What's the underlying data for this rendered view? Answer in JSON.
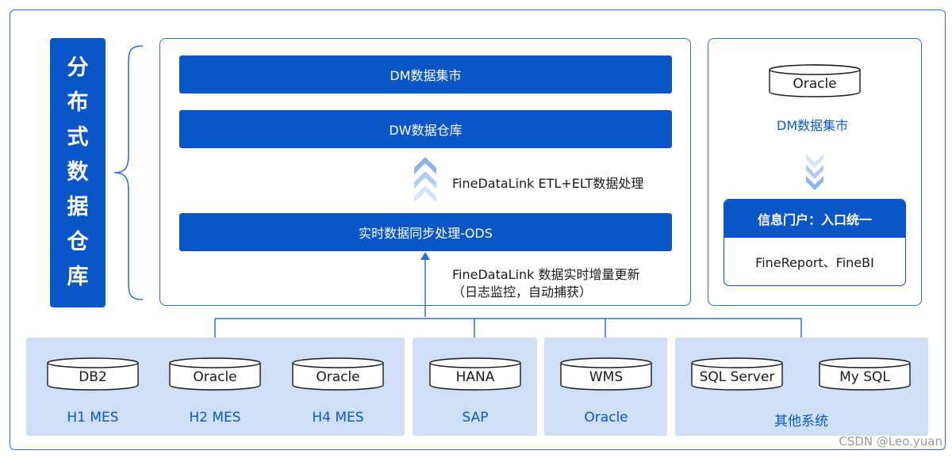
{
  "vertical_title": [
    "分",
    "布",
    "式",
    "数",
    "据",
    "仓",
    "库"
  ],
  "layers": {
    "dm": "DM数据集市",
    "dw": "DW数据仓库",
    "ods": "实时数据同步处理-ODS"
  },
  "etl_label": "FineDataLink ETL+ELT数据处理",
  "sync_label_line1": "FineDataLink 数据实时增量更新",
  "sync_label_line2": "（日志监控，自动捕获）",
  "right_panel": {
    "db": "Oracle",
    "dm_label": "DM数据集市",
    "portal_title": "信息门户：入口统一",
    "portal_tools": "FineReport、FineBI"
  },
  "sources": [
    {
      "db": "DB2",
      "label": "H1 MES"
    },
    {
      "db": "Oracle",
      "label": "H2 MES"
    },
    {
      "db": "Oracle",
      "label": "H4 MES"
    },
    {
      "db": "HANA",
      "label": "SAP"
    },
    {
      "db": "WMS",
      "label": "Oracle"
    },
    {
      "db": "SQL Server",
      "label": ""
    },
    {
      "db": "My SQL",
      "label": ""
    }
  ],
  "other_label": "其他系统",
  "watermark": "CSDN @Leo.yuan",
  "colors": {
    "primary": "#0b56c6",
    "border": "#2f6fd8",
    "source_bg": "#cfe0f6",
    "chevron": "#8fb3ec"
  }
}
